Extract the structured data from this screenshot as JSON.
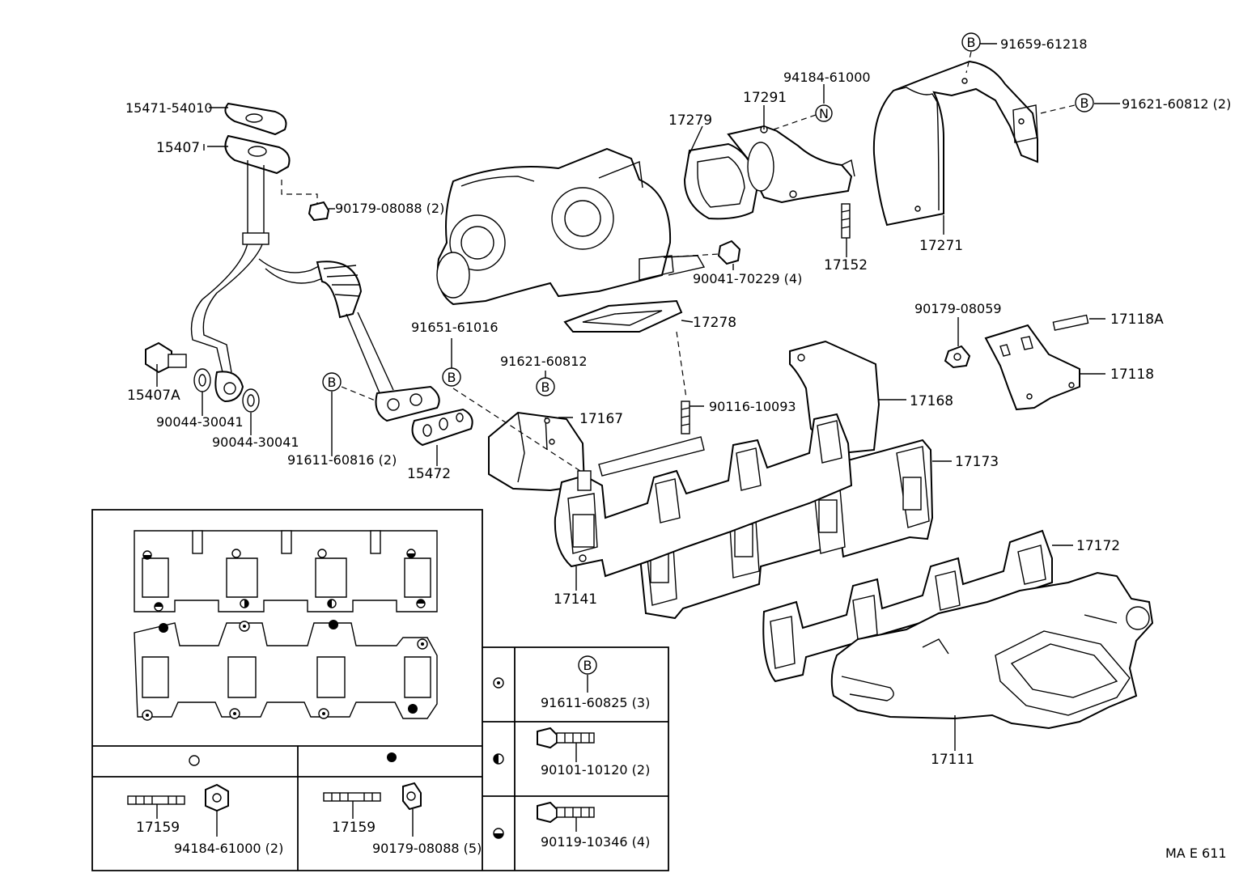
{
  "parts": {
    "p15471": "15471-54010",
    "p15407": "15407",
    "p90179a": "90179-08088 (2)",
    "p15407A": "15407A",
    "p90044a": "90044-30041",
    "p90044b": "90044-30041",
    "p91611a": "91611-60816 (2)",
    "p15472": "15472",
    "p91651": "91651-61016",
    "p91621a": "91621-60812",
    "p17167": "17167",
    "p17279": "17279",
    "p17291": "17291",
    "p94184a": "94184-61000",
    "p17152": "17152",
    "p90041": "90041-70229 (4)",
    "p17278": "17278",
    "p90116": "90116-10093",
    "p17168": "17168",
    "p91659": "91659-61218",
    "p91621b": "91621-60812 (2)",
    "p17271": "17271",
    "p90179b": "90179-08059",
    "p17118A": "17118A",
    "p17118": "17118",
    "p17173": "17173",
    "p17141": "17141",
    "p17172": "17172",
    "p17111": "17111"
  },
  "markers": {
    "b": "B",
    "n": "N"
  },
  "legend": {
    "col_open": {
      "stud": "17159",
      "nut": "94184-61000 (2)"
    },
    "col_filled": {
      "stud": "17159",
      "nut": "90179-08088 (5)"
    },
    "rows": [
      {
        "part": "91611-60825 (3)",
        "marker": "B"
      },
      {
        "part": "90101-10120 (2)"
      },
      {
        "part": "90119-10346 (4)"
      }
    ]
  },
  "footer": {
    "code": "MA E 611"
  }
}
